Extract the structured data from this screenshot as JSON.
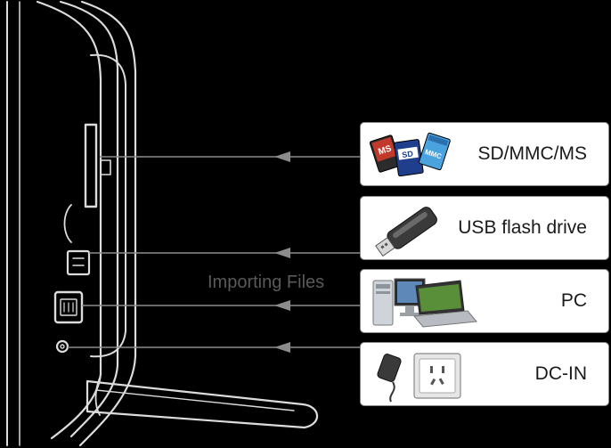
{
  "caption": "Importing Files",
  "ports": [
    {
      "label": "SD/MMC/MS",
      "icon": "memory-cards-icon"
    },
    {
      "label": "USB flash drive",
      "icon": "usb-flash-drive-icon"
    },
    {
      "label": "PC",
      "icon": "computer-icon"
    },
    {
      "label": "DC-IN",
      "icon": "power-adapter-icon"
    }
  ],
  "card_labels": {
    "ms": "MS",
    "sd": "SD",
    "mmc": "MMC"
  },
  "colors": {
    "background": "#000000",
    "device_outline": "#dcdcdc",
    "connector_line": "#8c8c8c",
    "box_fill": "#ffffff",
    "caption": "#5a5a5a"
  }
}
